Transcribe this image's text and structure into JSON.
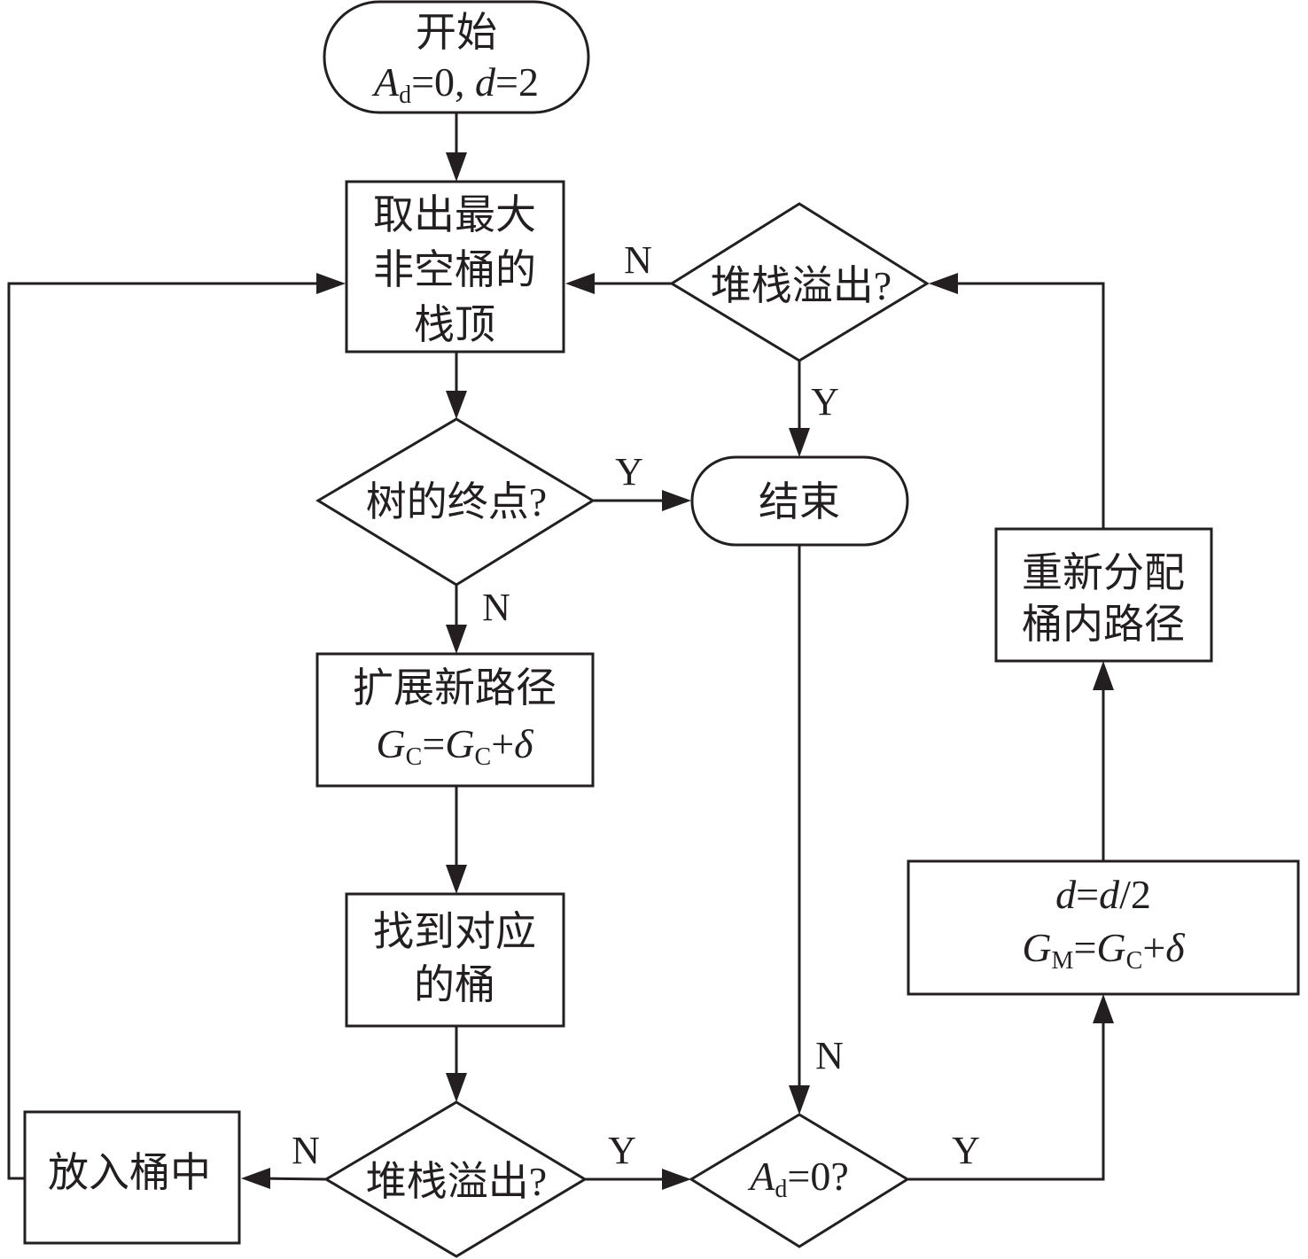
{
  "diagram": {
    "type": "flowchart",
    "colors": {
      "stroke": "#231f20",
      "background": "#ffffff"
    },
    "nodes": {
      "start": {
        "kind": "terminal",
        "line1": "开始",
        "formula": {
          "A": "A",
          "d_sub": "d",
          "rest": "=0, ",
          "d": "d",
          "tail": "=2"
        }
      },
      "take_top": {
        "kind": "process",
        "lines": [
          "取出最大",
          "非空桶的",
          "栈顶"
        ]
      },
      "overflow_top": {
        "kind": "decision",
        "text": "堆栈溢出?"
      },
      "tree_end": {
        "kind": "decision",
        "text": "树的终点?"
      },
      "end": {
        "kind": "terminal",
        "text": "结束"
      },
      "expand": {
        "kind": "process",
        "line1": "扩展新路径",
        "formula": {
          "G1": "G",
          "C1": "C",
          "eq": "=",
          "G2": "G",
          "C2": "C",
          "plus": "+",
          "delta": "δ"
        }
      },
      "find_bucket": {
        "kind": "process",
        "lines": [
          "找到对应",
          "的桶"
        ]
      },
      "overflow_bottom": {
        "kind": "decision",
        "text": "堆栈溢出?"
      },
      "put_bucket": {
        "kind": "process",
        "text": "放入桶中"
      },
      "ad_zero": {
        "kind": "decision",
        "formula": {
          "A": "A",
          "d_sub": "d",
          "tail": "=0?"
        }
      },
      "halve": {
        "kind": "process",
        "line1": {
          "d1": "d",
          "eq": "=",
          "d2": "d",
          "tail": "/2"
        },
        "line2": {
          "G1": "G",
          "M": "M",
          "eq": "=",
          "G2": "G",
          "C": "C",
          "plus": "+",
          "delta": "δ"
        }
      },
      "redistribute": {
        "kind": "process",
        "lines": [
          "重新分配",
          "桶内路径"
        ]
      }
    },
    "edge_labels": {
      "overflow_top_no": "N",
      "overflow_top_yes": "Y",
      "tree_end_yes": "Y",
      "tree_end_no": "N",
      "end_to_ad_no": "N",
      "overflow_bottom_no": "N",
      "overflow_bottom_yes": "Y",
      "ad_zero_yes": "Y"
    },
    "edges": [
      [
        "start",
        "take_top"
      ],
      [
        "take_top",
        "tree_end"
      ],
      [
        "tree_end",
        "end",
        "Y"
      ],
      [
        "tree_end",
        "expand",
        "N"
      ],
      [
        "expand",
        "find_bucket"
      ],
      [
        "find_bucket",
        "overflow_bottom"
      ],
      [
        "overflow_bottom",
        "put_bucket",
        "N"
      ],
      [
        "overflow_bottom",
        "ad_zero",
        "Y"
      ],
      [
        "put_bucket",
        "take_top"
      ],
      [
        "end",
        "ad_zero",
        "N"
      ],
      [
        "ad_zero",
        "halve",
        "Y"
      ],
      [
        "halve",
        "redistribute"
      ],
      [
        "redistribute",
        "overflow_top"
      ],
      [
        "overflow_top",
        "take_top",
        "N"
      ],
      [
        "overflow_top",
        "end",
        "Y"
      ]
    ]
  }
}
